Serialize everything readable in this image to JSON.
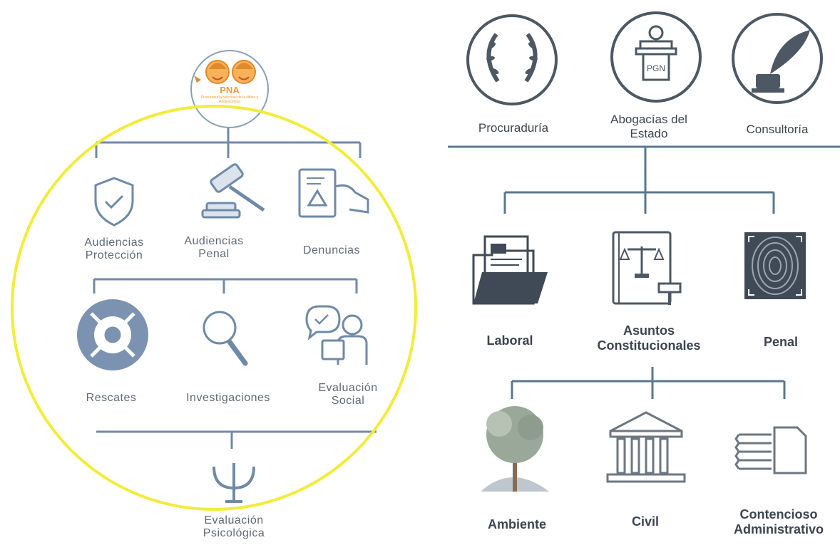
{
  "left_chart": {
    "logo": {
      "title": "PNA",
      "subtitle": "Procuraduría Nacional de la Niñez y Adolescencia"
    },
    "row1": [
      "Audiencias\nProtección",
      "Audiencias\nPenal",
      "Denuncias"
    ],
    "row2": [
      "Rescates",
      "Investigaciones",
      "Evaluación\nSocial"
    ],
    "row3": [
      "Evaluación\nPsicológica"
    ],
    "highlight_color": "#f2ec3a"
  },
  "right_chart": {
    "top": [
      "Procuraduría",
      "Abogacías del\nEstado",
      "Consultoría"
    ],
    "podium_text": "PGN",
    "middle": [
      "Laboral",
      "Asuntos\nConstitucionales",
      "Penal"
    ],
    "bottom": [
      "Ambiente",
      "Civil",
      "Contencioso\nAdministrativo"
    ]
  },
  "colors": {
    "line_left": "#6f8aa8",
    "line_right": "#5b7790",
    "icon_left": "#6f8aa8",
    "icon_right": "#3f4a56",
    "logo_accent": "#f29a3a"
  }
}
